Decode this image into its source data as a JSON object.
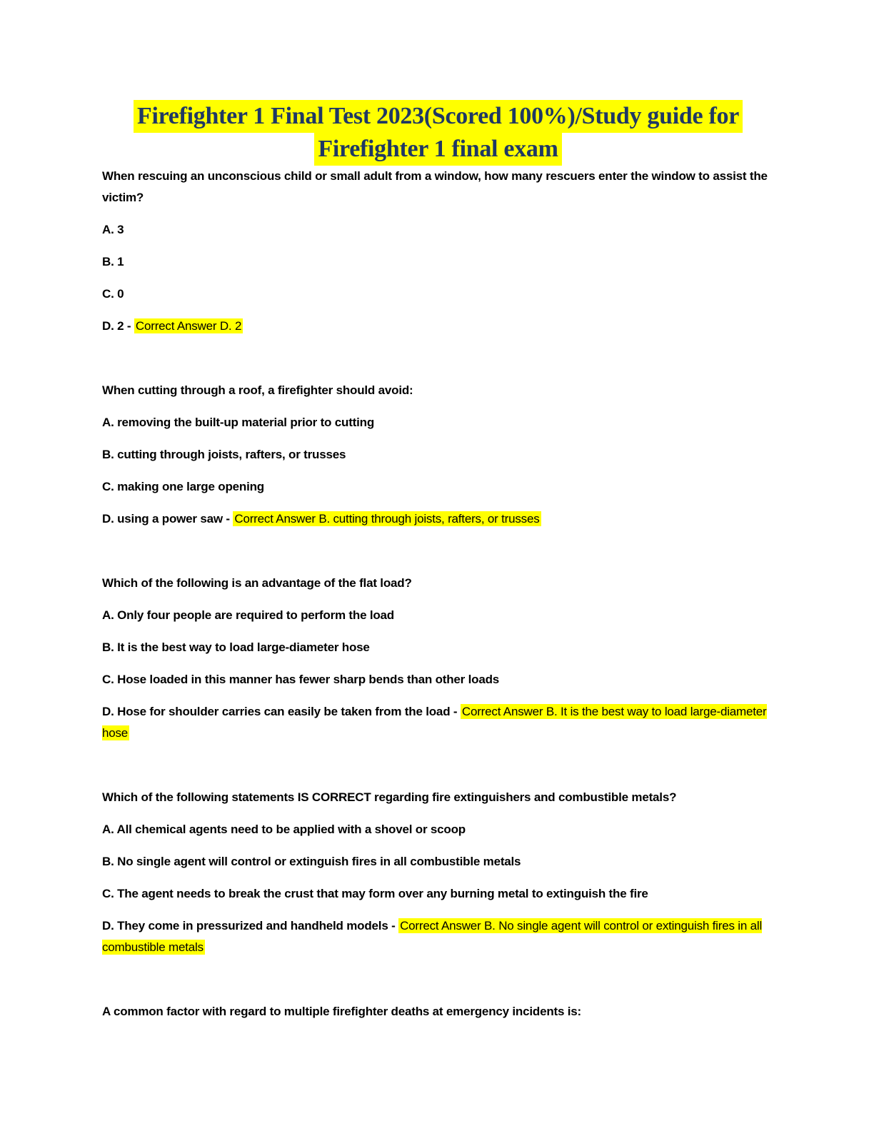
{
  "title": {
    "line1": "Firefighter 1 Final Test 2023(Scored 100%)/Study guide for",
    "line2": "Firefighter 1 final exam"
  },
  "colors": {
    "title_text": "#1f3864",
    "highlight": "#ffff00",
    "body_text": "#000000",
    "page_background": "#ffffff"
  },
  "questions": [
    {
      "text": "When rescuing an unconscious child or small adult from a window, how many rescuers enter the window to assist the victim?",
      "options": [
        {
          "text": "A. 3"
        },
        {
          "text": "B. 1"
        },
        {
          "text": "C. 0"
        },
        {
          "text": "D. 2 -",
          "answer": "Correct Answer D. 2"
        }
      ]
    },
    {
      "text": "When cutting through a roof, a firefighter should avoid:",
      "options": [
        {
          "text": "A. removing the built-up material prior to cutting"
        },
        {
          "text": "B. cutting through joists, rafters, or trusses"
        },
        {
          "text": "C. making one large opening"
        },
        {
          "text": "D. using a power saw -",
          "answer": "Correct Answer B. cutting through joists, rafters, or trusses"
        }
      ]
    },
    {
      "text": "Which of the following is an advantage of the flat load?",
      "options": [
        {
          "text": "A. Only four people are required to perform the load"
        },
        {
          "text": "B. It is the best way to load large-diameter hose"
        },
        {
          "text": "C. Hose loaded in this manner has fewer sharp bends than other loads"
        },
        {
          "text": "D. Hose for shoulder carries can easily be taken from the load -",
          "answer": "Correct Answer B. It is the best way to load large-diameter hose"
        }
      ]
    },
    {
      "text": "Which of the following statements IS CORRECT regarding fire extinguishers and combustible metals?",
      "options": [
        {
          "text": "A. All chemical agents need to be applied with a shovel or scoop"
        },
        {
          "text": "B. No single agent will control or extinguish fires in all combustible metals"
        },
        {
          "text": "C. The agent needs to break the crust that may form over any burning metal to extinguish the fire"
        },
        {
          "text": "D. They come in pressurized and handheld models -",
          "answer": "Correct Answer B. No single agent will control or extinguish fires in all combustible metals"
        }
      ]
    },
    {
      "text": "A common factor with regard to multiple firefighter deaths at emergency incidents is:",
      "options": []
    }
  ]
}
